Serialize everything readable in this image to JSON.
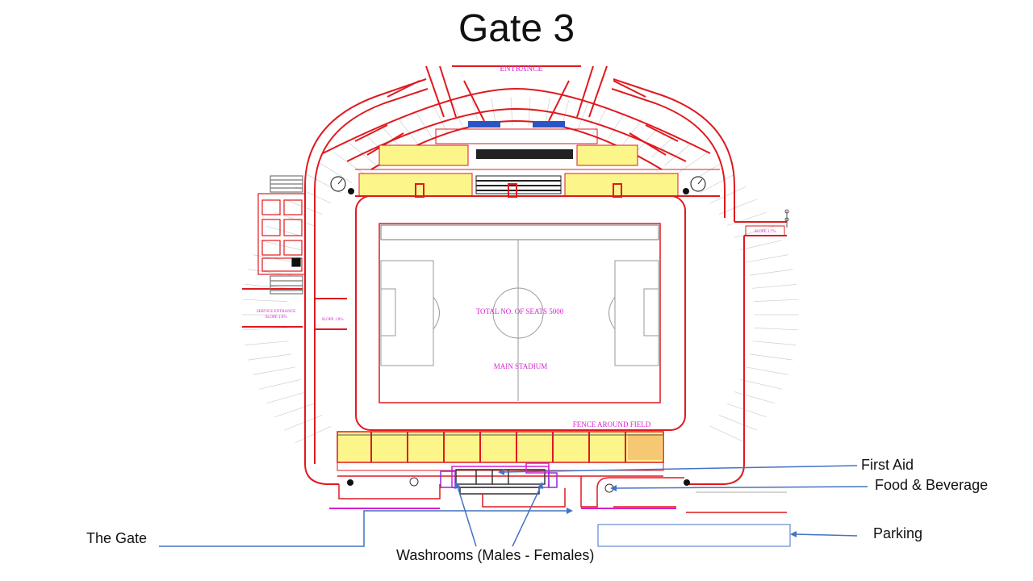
{
  "slide": {
    "title": "Gate 3"
  },
  "plan": {
    "entrance": "ENTRANCE",
    "seats": "TOTAL NO. OF SEATS 5000",
    "main_stadium": "MAIN  STADIUM",
    "fence": "FENCE AROUND FIELD",
    "service_entrance": "SERVICE ENTRANCE",
    "slope_left": "SLOPE 1:8%",
    "slope_mid": "SLOPE 1:8%",
    "slope_right": "SLOPE 1:7%"
  },
  "callouts": {
    "first_aid": "First Aid",
    "food": "Food & Beverage",
    "parking": "Parking",
    "gate": "The Gate",
    "washrooms": "Washrooms  (Males - Females)"
  },
  "colors": {
    "plan_line": "#e0191f",
    "label": "#d61fcf",
    "arrow": "#4472c4",
    "seats": "#fbf58a"
  }
}
